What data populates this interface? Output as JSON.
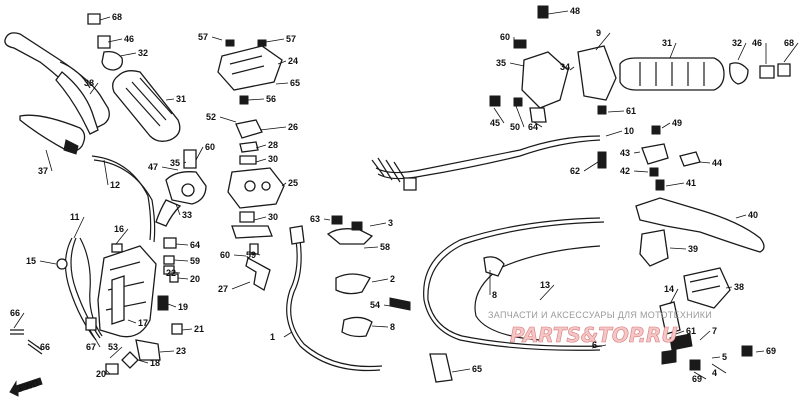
{
  "diagram": {
    "fwd_label": "FWD",
    "watermark": {
      "caption": "ЗАПЧАСТИ И АКСЕССУАРЫ ДЛЯ МОТОТЕХНИКИ",
      "logo": "PARTS&TOP.RU"
    },
    "callouts": [
      "68",
      "46",
      "32",
      "31",
      "38",
      "37",
      "12",
      "47",
      "35",
      "60",
      "33",
      "11",
      "16",
      "15",
      "64",
      "59",
      "22",
      "20",
      "19",
      "17",
      "21",
      "66",
      "67",
      "53",
      "23",
      "18",
      "20",
      "66",
      "57",
      "57",
      "24",
      "65",
      "56",
      "52",
      "26",
      "28",
      "30",
      "25",
      "30",
      "63",
      "3",
      "58",
      "60",
      "59",
      "27",
      "1",
      "2",
      "54",
      "8",
      "65",
      "48",
      "60",
      "9",
      "31",
      "32",
      "46",
      "68",
      "35",
      "34",
      "45",
      "50",
      "64",
      "61",
      "10",
      "62",
      "49",
      "43",
      "42",
      "44",
      "41",
      "40",
      "39",
      "8",
      "13",
      "14",
      "6",
      "38",
      "61",
      "7",
      "5",
      "69",
      "4",
      "69"
    ]
  }
}
